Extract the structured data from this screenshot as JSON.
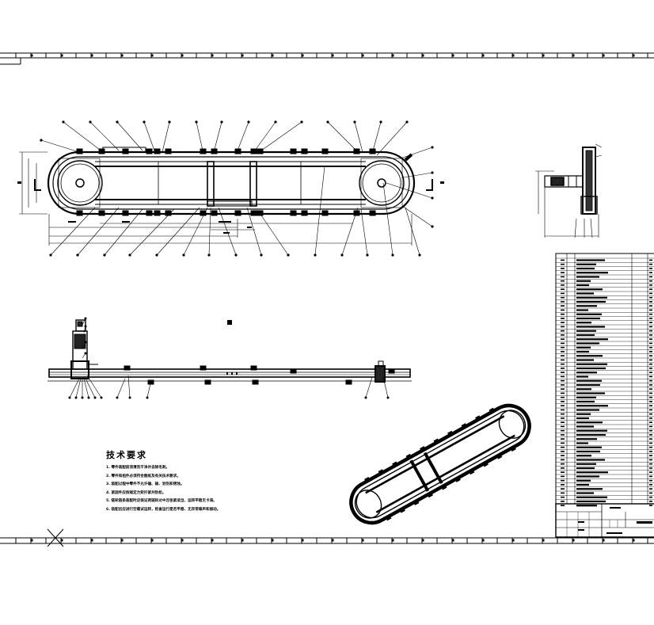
{
  "technical_requirements": {
    "title": "技术要求",
    "lines": [
      "1. 零件装配前须清洗干净并去除毛刺。",
      "2. 零件和组件必须符合图纸及有关技术要求。",
      "3. 装配过程中零件不允许磕、碰、划伤和锈蚀。",
      "4. 紧固件应按规定力矩拧紧并防松。",
      "5. 链轮链条装配时应保证两链轮对中且张紧适当，运转平稳无卡滞。",
      "6. 装配后应进行空载试运转，检查运行是否平稳、无异常噪声和振动。"
    ]
  },
  "colors": {
    "line": "#000000",
    "paper": "#ffffff"
  }
}
